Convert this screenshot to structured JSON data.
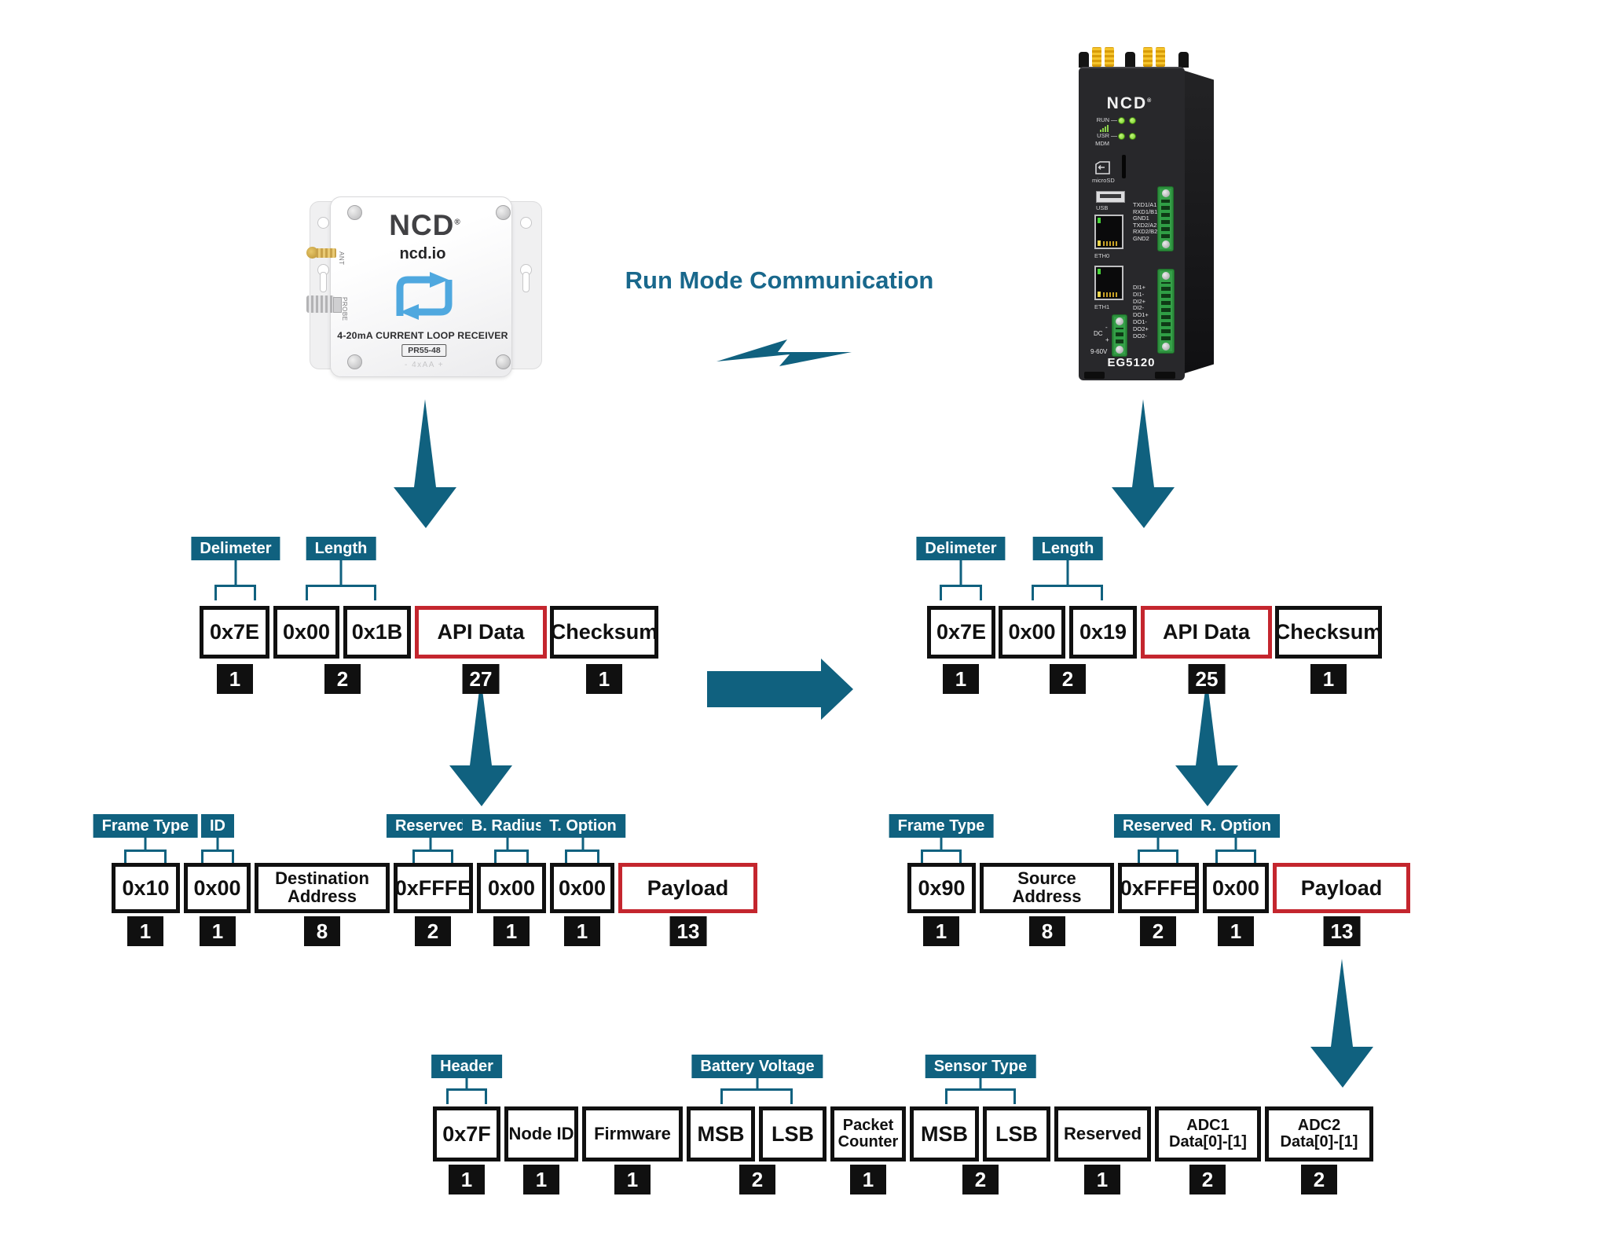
{
  "heading": "Run Mode Communication",
  "colors": {
    "teal": "#10617f",
    "red": "#c4262e",
    "black": "#101010",
    "led_green": "#6fcf1e",
    "terminal_green": "#35a048"
  },
  "device_tx": {
    "logo": "NCD",
    "reg": "®",
    "domain": "ncd.io",
    "product_label": "4-20mA CURRENT LOOP RECEIVER",
    "model": "PR55-48",
    "battery_label": "- 4xAA +",
    "ant_label": "ANT",
    "probe_label": "PROBE"
  },
  "device_rx": {
    "logo": "NCD",
    "reg": "®",
    "model": "EG5120",
    "led_labels": [
      "RUN",
      "USR",
      "MDM"
    ],
    "microsd_label": "microSD",
    "usb_label": "USB",
    "eth0_label": "ETH0",
    "eth1_label": "ETH1",
    "serial_labels": [
      "TXD1/A1",
      "RXD1/B1",
      "GND1",
      "TXD2/A2",
      "RXD2/B2",
      "GND2"
    ],
    "io_labels": [
      "DI1+",
      "DI1-",
      "DI2+",
      "DI2-",
      "DO1+",
      "DO1-",
      "DO2+",
      "DO2-"
    ],
    "dc_label": "DC",
    "dc_minus": "-",
    "dc_plus": "+",
    "dc_range": "9-60V"
  },
  "packet_tx": {
    "tags": [
      "Delimeter",
      "Length"
    ],
    "cells": [
      "0x7E",
      "0x00",
      "0x1B",
      "API Data",
      "Checksum"
    ],
    "sizes": [
      "1",
      "2",
      "27",
      "1"
    ]
  },
  "packet_rx": {
    "tags": [
      "Delimeter",
      "Length"
    ],
    "cells": [
      "0x7E",
      "0x00",
      "0x19",
      "API Data",
      "Checksum"
    ],
    "sizes": [
      "1",
      "2",
      "25",
      "1"
    ]
  },
  "api_tx": {
    "tags": [
      "Frame Type",
      "ID",
      "Reserved",
      "B. Radius",
      "T. Option"
    ],
    "cells": [
      "0x10",
      "0x00",
      "Destination\nAddress",
      "0xFFFE",
      "0x00",
      "0x00",
      "Payload"
    ],
    "sizes": [
      "1",
      "1",
      "8",
      "2",
      "1",
      "1",
      "13"
    ]
  },
  "api_rx": {
    "tags": [
      "Frame Type",
      "Reserved",
      "R. Option"
    ],
    "cells": [
      "0x90",
      "Source Address",
      "0xFFFE",
      "0x00",
      "Payload"
    ],
    "sizes": [
      "1",
      "8",
      "2",
      "1",
      "13"
    ]
  },
  "payload": {
    "tags": [
      "Header",
      "Battery Voltage",
      "Sensor Type"
    ],
    "cells": [
      "0x7F",
      "Node ID",
      "Firmware",
      "MSB",
      "LSB",
      "Packet\nCounter",
      "MSB",
      "LSB",
      "Reserved",
      "ADC1\nData[0]-[1]",
      "ADC2\nData[0]-[1]"
    ],
    "sizes": [
      "1",
      "1",
      "1",
      "2",
      "1",
      "2",
      "1",
      "2",
      "2"
    ]
  }
}
